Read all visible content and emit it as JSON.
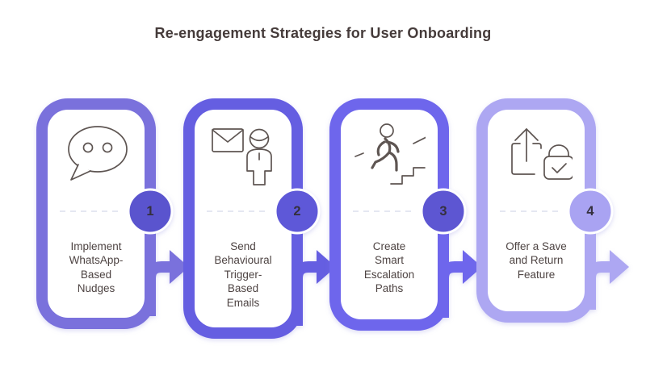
{
  "title": "Re-engagement Strategies for User Onboarding",
  "theme": {
    "background": "#ffffff",
    "title_color": "#453b3a",
    "label_color": "#4e4443",
    "number_color": "#35303e",
    "icon_stroke": "#5e5552",
    "dash_color": "#e4e7f1",
    "card_fill": "#ffffff"
  },
  "steps": [
    {
      "number": "1",
      "label": "Implement\nWhatsApp-\nBased\nNudges",
      "border_color": "#7a71dc",
      "badge_color": "#5a54ce",
      "icon": "chat-bubble-icon"
    },
    {
      "number": "2",
      "label": "Send\nBehavioural\nTrigger-\nBased\nEmails",
      "border_color": "#655ee1",
      "badge_color": "#5e58d8",
      "icon": "email-user-icon"
    },
    {
      "number": "3",
      "label": "Create\nSmart\nEscalation\nPaths",
      "border_color": "#6e66ec",
      "badge_color": "#5d56d2",
      "icon": "stairs-climb-icon"
    },
    {
      "number": "4",
      "label": "Offer a Save\nand Return\nFeature",
      "border_color": "#ada7f2",
      "badge_color": "#a9a3f2",
      "icon": "save-return-icon"
    }
  ]
}
